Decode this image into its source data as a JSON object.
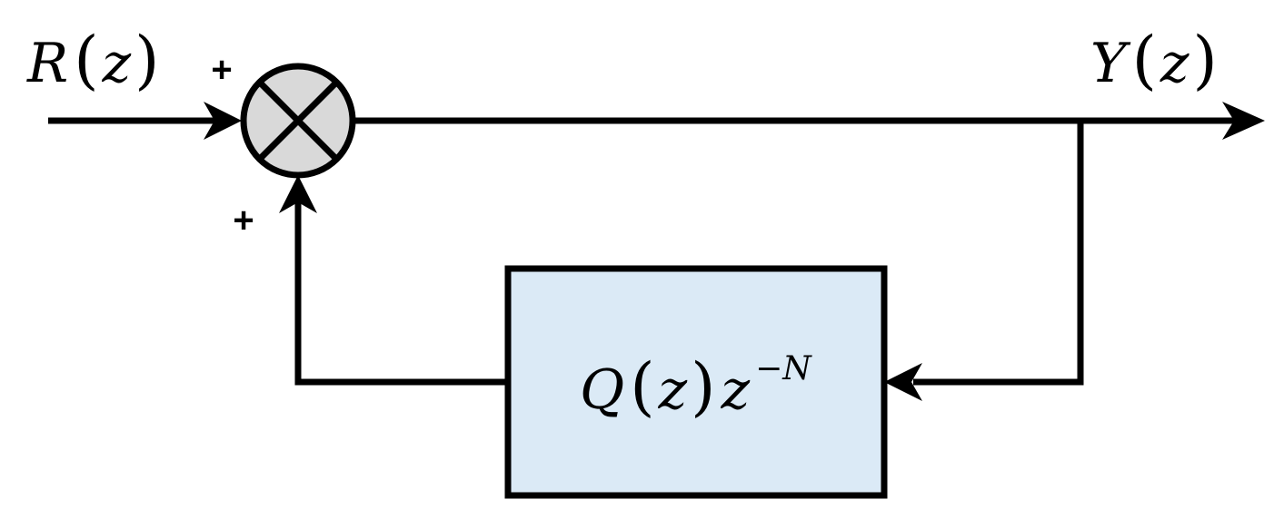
{
  "labels": {
    "input": {
      "var": "R",
      "open": "(",
      "arg": "z",
      "close": ")"
    },
    "output": {
      "var": "Y",
      "open": "(",
      "arg": "z",
      "close": ")"
    },
    "feedback_block": {
      "var": "Q",
      "open": "(",
      "arg": "z",
      "close": ")",
      "base": "z",
      "exponent": "−N"
    },
    "sign_top": "+",
    "sign_bottom": "+"
  },
  "colors": {
    "stroke": "#000000",
    "summing_junction_fill": "#d9d9d9",
    "block_fill": "#dbeaf6"
  }
}
